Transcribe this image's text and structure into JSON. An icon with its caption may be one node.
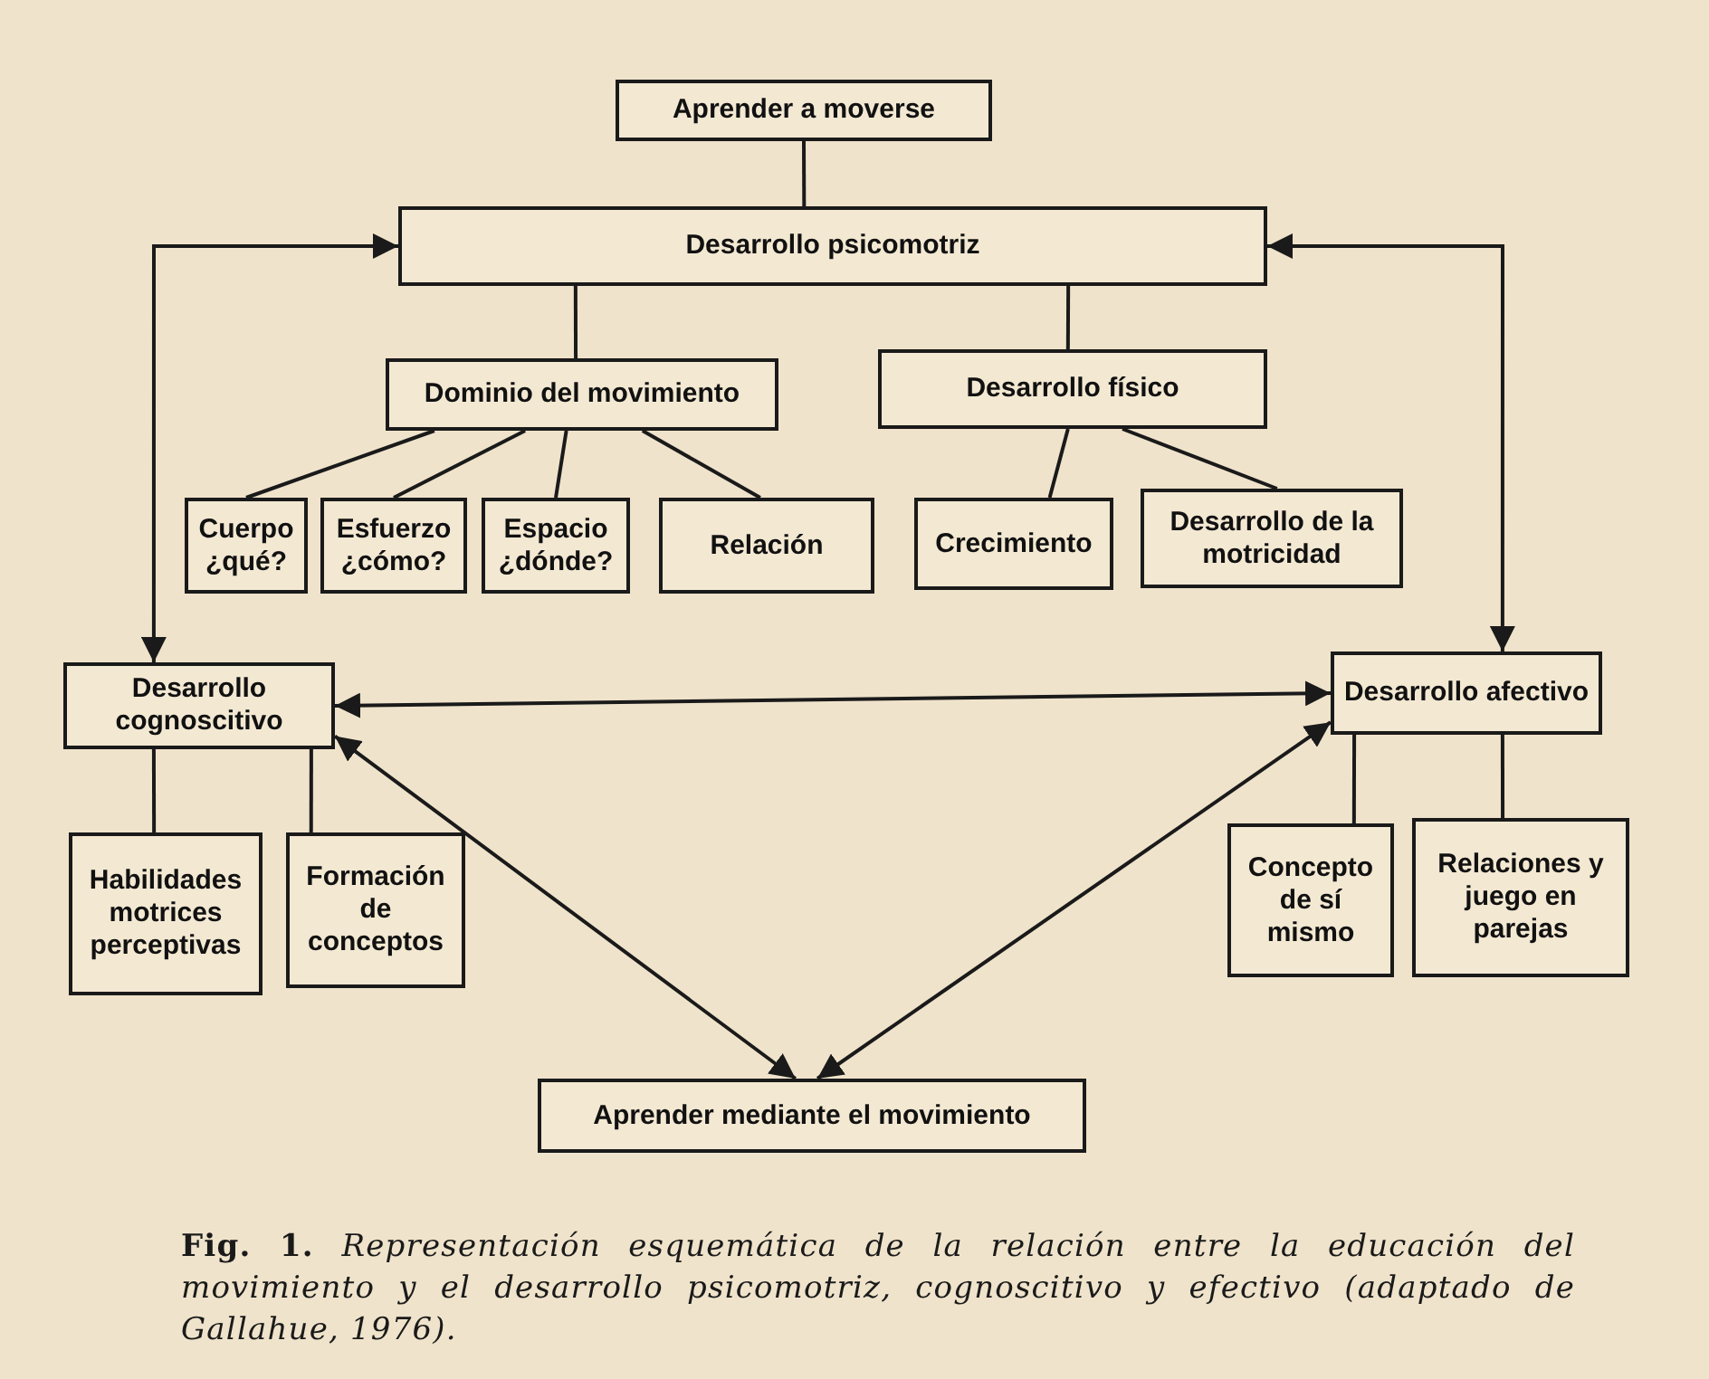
{
  "diagram": {
    "caption": "**Fig. 1.** *Representación esquemática de la relación entre la educación del movimiento y el desarrollo psicomotriz, cognoscitivo y efectivo (adaptado de Gallahue, 1976).*",
    "nodes": [
      {
        "text": [
          "Aprender a moverse"
        ]
      },
      {
        "text": [
          "Desarrollo psicomotriz"
        ]
      },
      {
        "text": [
          "Dominio del movimiento"
        ]
      },
      {
        "text": [
          "Desarrollo físico"
        ]
      },
      {
        "text": [
          "Cuerpo ¿qué?"
        ]
      },
      {
        "text": [
          "Esfuerzo ¿cómo?"
        ]
      },
      {
        "text": [
          "Espacio ¿dónde?"
        ]
      },
      {
        "text": [
          "Relación"
        ]
      },
      {
        "text": [
          "Crecimiento"
        ]
      },
      {
        "text": [
          "Desarrollo de la motricidad"
        ]
      },
      {
        "text": [
          "Desarrollo cognoscitivo"
        ]
      },
      {
        "text": [
          "Desarrollo afectivo"
        ]
      },
      {
        "text": [
          "Habilidades motrices perceptivas"
        ]
      },
      {
        "text": [
          "Formación de conceptos"
        ]
      },
      {
        "text": [
          "Concepto de sí mismo"
        ]
      },
      {
        "text": [
          "Relaciones y juego en parejas"
        ]
      },
      {
        "text": [
          "Aprender mediante el movimiento"
        ]
      }
    ],
    "edges": [
      {
        "from": 0,
        "to": 1,
        "arrow": "none"
      },
      {
        "from": 1,
        "to": 2,
        "arrow": "none"
      },
      {
        "from": 1,
        "to": 3,
        "arrow": "none"
      },
      {
        "from": 2,
        "to": 4,
        "arrow": "none"
      },
      {
        "from": 2,
        "to": 5,
        "arrow": "none"
      },
      {
        "from": 2,
        "to": 6,
        "arrow": "none"
      },
      {
        "from": 2,
        "to": 7,
        "arrow": "none"
      },
      {
        "from": 3,
        "to": 8,
        "arrow": "none"
      },
      {
        "from": 3,
        "to": 9,
        "arrow": "none"
      },
      {
        "from": 1,
        "to": 10,
        "arrow": "both"
      },
      {
        "from": 1,
        "to": 11,
        "arrow": "both"
      },
      {
        "from": 10,
        "to": 11,
        "arrow": "both"
      },
      {
        "from": 10,
        "to": 16,
        "arrow": "both"
      },
      {
        "from": 16,
        "to": 11,
        "arrow": "both"
      },
      {
        "from": 10,
        "to": 12,
        "arrow": "none"
      },
      {
        "from": 10,
        "to": 13,
        "arrow": "none"
      },
      {
        "from": 11,
        "to": 14,
        "arrow": "none"
      },
      {
        "from": 11,
        "to": 15,
        "arrow": "none"
      }
    ]
  }
}
